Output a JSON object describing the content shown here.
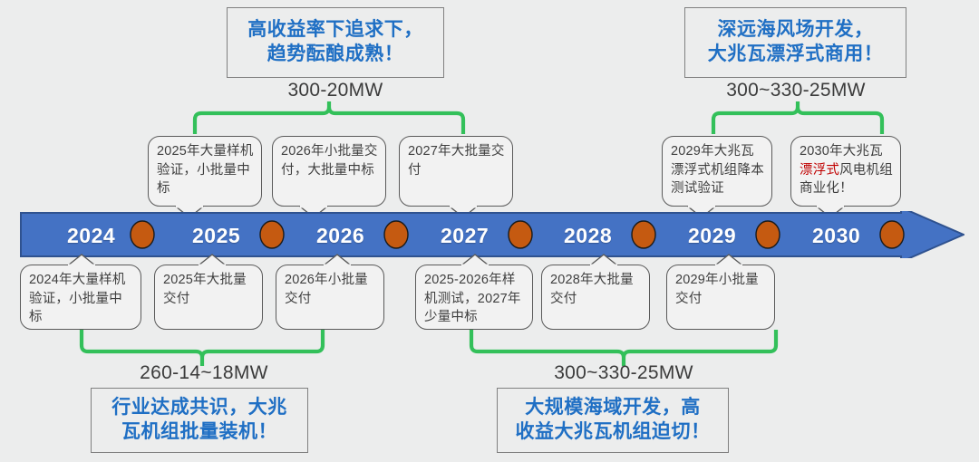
{
  "theme": {
    "background": "#eceded",
    "timeline_bar": "#4472C4",
    "timeline_border": "#2F528F",
    "marker_dot": "#C55A11",
    "bracket_green": "#33C05A",
    "callout_text": "#1F6FC4",
    "bubble_fill": "#F2F2F2",
    "bubble_border": "#5A5A5A",
    "highlight_red": "#C00000",
    "year_text": "#FFFFFF"
  },
  "timeline": {
    "name": "wind-turbine-roadmap-timeline",
    "years": [
      "2024",
      "2025",
      "2026",
      "2027",
      "2028",
      "2029",
      "2030"
    ],
    "marker_count": 7
  },
  "callouts": {
    "top_left": {
      "lines": [
        "高收益率下追求下，",
        "趋势酝酿成熟！"
      ],
      "mw_label": "300-20MW"
    },
    "top_right": {
      "lines": [
        "深远海风场开发，",
        "大兆瓦漂浮式商用！"
      ],
      "mw_label": "300~330-25MW"
    },
    "bottom_left": {
      "lines": [
        "行业达成共识，大兆",
        "瓦机组批量装机！"
      ],
      "mw_label": "260-14~18MW"
    },
    "bottom_right": {
      "lines": [
        "大规模海域开发，高",
        "收益大兆瓦机组迫切！"
      ],
      "mw_label": "300~330-25MW"
    }
  },
  "bubbles_above": [
    {
      "id": "above-2025",
      "text": "2025年大量样机验证，小批量中标"
    },
    {
      "id": "above-2026",
      "text": "2026年小批量交付，大批量中标"
    },
    {
      "id": "above-2027",
      "text": "2027年大批量交付"
    },
    {
      "id": "above-2029",
      "text": "2029年大兆瓦漂浮式机组降本测试验证"
    },
    {
      "id": "above-2030",
      "text_before": "2030年大兆瓦",
      "text_highlight": "漂浮式",
      "text_after": "风电机组商业化！"
    }
  ],
  "bubbles_below": [
    {
      "id": "below-2024",
      "text": "2024年大量样机验证，小批量中标"
    },
    {
      "id": "below-2025",
      "text": "2025年大批量交付"
    },
    {
      "id": "below-2026",
      "text": "2026年小批量交付"
    },
    {
      "id": "below-2027",
      "text": "2025-2026年样机测试，2027年少量中标"
    },
    {
      "id": "below-2028",
      "text": "2028年大批量交付"
    },
    {
      "id": "below-2029",
      "text": "2029年小批量交付"
    }
  ]
}
